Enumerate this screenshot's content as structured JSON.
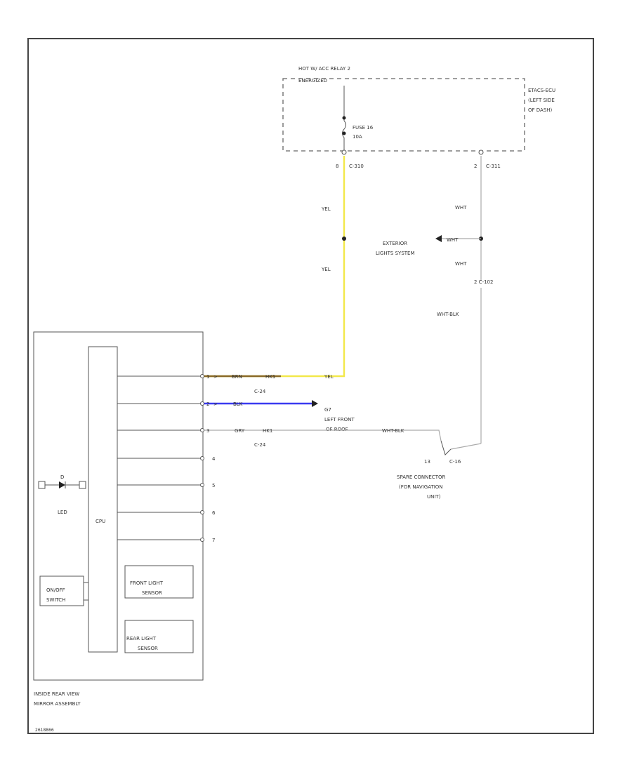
{
  "colors": {
    "frame": "#444444",
    "yellow_wire": "#f2e84a",
    "blue_wire": "#3a3af0",
    "brown_wire": "#8a6a2a",
    "grey_wire": "#aaaaaa"
  },
  "fuse_box": {
    "header_line1": "HOT W/ ACC RELAY 2",
    "header_line2": "ENERGIZED",
    "fuse_name": "FUSE 16",
    "fuse_rating": "10A",
    "location_line1": "ETACS-ECU",
    "location_line2": "(LEFT SIDE",
    "location_line3": "OF DASH)",
    "pin_left": "8",
    "conn_left": "C-310",
    "pin_right": "2",
    "conn_right": "C-311"
  },
  "wires": {
    "yel_1": "YEL",
    "yel_2": "YEL",
    "yel_3": "YEL",
    "wht_1": "WHT",
    "wht_2": "WHT",
    "wht_3": "WHT",
    "wht_blk_1": "WHT-BLK",
    "wht_blk_2": "WHT-BLK",
    "brn": "BRN",
    "blk": "BLK",
    "gry": "GRY"
  },
  "connectors": {
    "c102": "2 C-102",
    "hk1": "HK1",
    "c24_1": "C-24",
    "c24_2": "C-24",
    "c16_pin": "13",
    "c16": "C-16",
    "ground": "G7"
  },
  "labels": {
    "exterior_1": "EXTERIOR",
    "exterior_2": "LIGHTS SYSTEM",
    "ground_1": "LEFT FRONT",
    "ground_2": "OF ROOF",
    "spare_1": "SPARE CONNECTOR",
    "spare_2": "(FOR NAVIGATION",
    "spare_3": "UNIT)"
  },
  "mirror": {
    "cpu": "CPU",
    "led": "LED",
    "led_num": "D",
    "onoff_1": "ON/OFF",
    "onoff_2": "SWITCH",
    "front_1": "FRONT LIGHT",
    "front_2": "SENSOR",
    "rear_1": "REAR LIGHT",
    "rear_2": "SENSOR",
    "assembly_1": "INSIDE REAR VIEW",
    "assembly_2": "MIRROR ASSEMBLY",
    "pins": [
      "1",
      "2",
      "3",
      "4",
      "5",
      "6",
      "7"
    ]
  },
  "footer_code": "2618866"
}
